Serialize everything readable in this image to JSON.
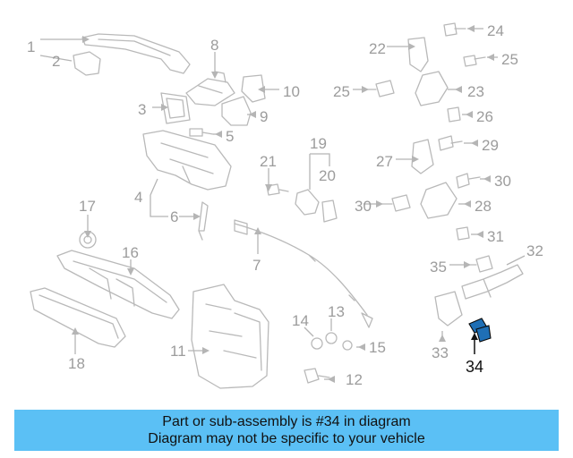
{
  "diagram": {
    "labels": [
      "1",
      "2",
      "3",
      "4",
      "5",
      "6",
      "7",
      "8",
      "9",
      "10",
      "11",
      "12",
      "13",
      "14",
      "15",
      "16",
      "17",
      "18",
      "19",
      "20",
      "21",
      "22",
      "23",
      "24",
      "25",
      "25",
      "26",
      "27",
      "28",
      "29",
      "30",
      "30",
      "31",
      "32",
      "33",
      "34",
      "35"
    ],
    "highlight": "34",
    "highlight_color": "#1f6fb5"
  },
  "banner": {
    "line1": "Part or sub-assembly is #34 in diagram",
    "line2": "Diagram may not be specific to your vehicle",
    "background": "#5bc0f5"
  }
}
